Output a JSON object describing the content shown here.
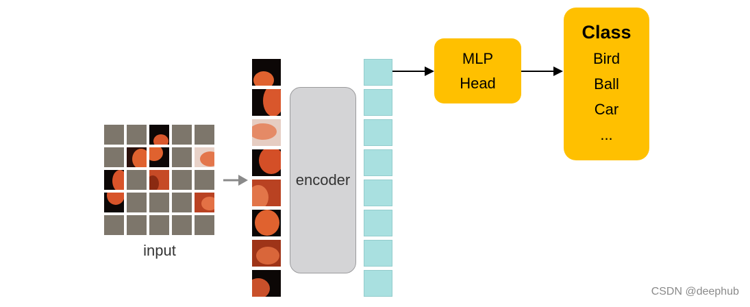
{
  "input": {
    "label": "input"
  },
  "encoder": {
    "label": "encoder"
  },
  "mlp_head": {
    "line1": "MLP",
    "line2": "Head"
  },
  "class_box": {
    "title": "Class",
    "items": [
      "Bird",
      "Ball",
      "Car",
      "..."
    ]
  },
  "watermark": "CSDN @deephub",
  "colors": {
    "accent": "#ffc000",
    "token": "#a9e0e0",
    "encoder": "#d4d4d6",
    "tile": "#7d766b"
  },
  "counts": {
    "grid_rows": 5,
    "grid_cols": 5,
    "patches": 8,
    "tokens": 8
  }
}
